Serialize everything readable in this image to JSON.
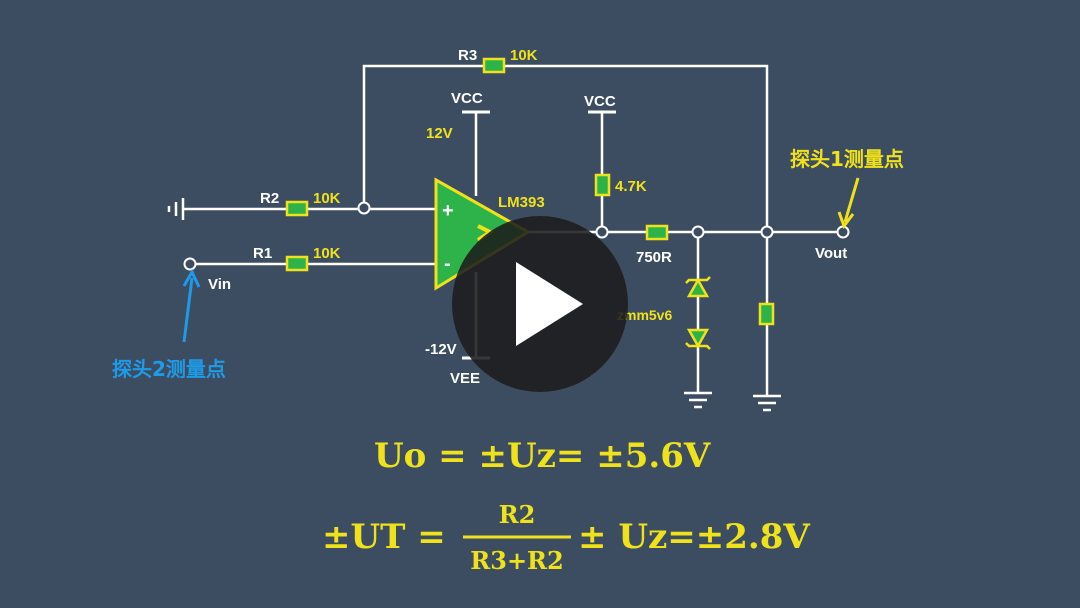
{
  "colors": {
    "background": "#3d4d61",
    "wire": "#ffffff",
    "component": "#f0e21a",
    "opamp": "#2db34a",
    "probe2_arrow": "#1e9be8",
    "probe1_arrow": "#f0e21a",
    "play_overlay": "#1c1c1c"
  },
  "labels": {
    "r3": "R3",
    "r3_value": "10K",
    "r2": "R2",
    "r2_value": "10K",
    "r1": "R1",
    "r1_value": "10K",
    "vcc_opamp": "VCC",
    "v12": "12V",
    "vcc_pullup": "VCC",
    "pullup_value": "4.7K",
    "opamp_model": "LM393",
    "plus": "+",
    "minus": "-",
    "series_res": "750R",
    "zener": "zmm5v6",
    "vee_value": "-12V",
    "vee": "VEE",
    "vin": "Vin",
    "vout": "Vout",
    "probe2": "探头2测量点",
    "probe1": "探头1测量点"
  },
  "equations": {
    "eq1": "Uo = ±Uz= ±5.6V",
    "eq2_left": "±UT =",
    "eq2_num": "R2",
    "eq2_den": "R3+R2",
    "eq2_right": "± Uz=±2.8V"
  },
  "icons": {
    "play": "play-icon",
    "ground": "ground-icon"
  }
}
